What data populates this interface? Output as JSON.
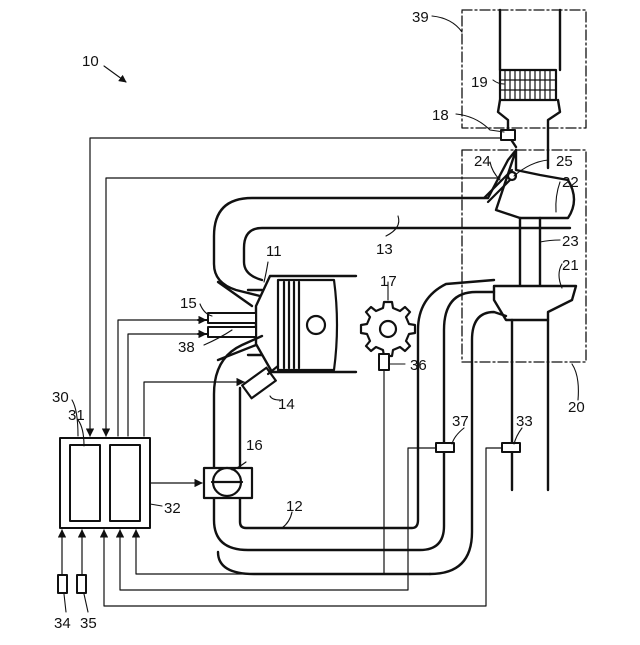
{
  "labels": {
    "system": "10",
    "cylinder": "11",
    "exhaust_passage": "12",
    "intake_passage": "13",
    "fuel_injector": "14",
    "intake_valve_actuator": "15",
    "throttle_valve": "16",
    "crank_gear": "17",
    "airflow_sensor": "18",
    "air_cleaner": "19",
    "turbocharger": "20",
    "turbine": "21",
    "compressor": "22",
    "shaft": "23",
    "bypass_valve": "24",
    "bypass_valve_pivot": "25",
    "ecu": "30",
    "ecu_cpu": "31",
    "ecu_memory": "32",
    "exhaust_sensor_a": "33",
    "input_sensor_a": "34",
    "input_sensor_b": "35",
    "crank_sensor": "36",
    "exhaust_sensor_b": "37",
    "exhaust_valve_actuator": "38",
    "intake_module": "39"
  }
}
